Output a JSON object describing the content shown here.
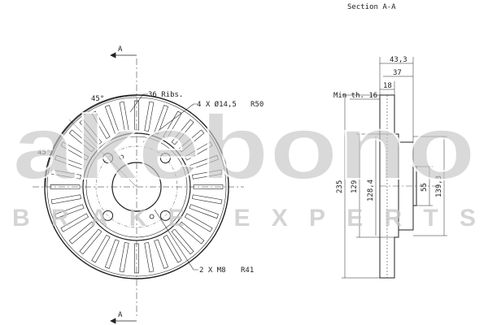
{
  "labels": {
    "section_title": "Section A-A",
    "section_marker_top": "A",
    "section_marker_bottom": "A",
    "ribs": "36 Ribs.",
    "holes": "4 X Ø14,5",
    "holes_radius": "R50",
    "threads": "2 X M8",
    "threads_radius": "R41",
    "angle_top": "45°",
    "angle_left": "45°",
    "min_thickness": "Min th. 16"
  },
  "dimensions": {
    "d_43_3": "43,3",
    "d_37": "37",
    "d_18": "18",
    "d_235": "235",
    "d_129": "129",
    "d_128_4": "128,4",
    "d_55": "55",
    "d_139_3": "139,3"
  },
  "watermark": {
    "brand": "akebono",
    "tagline": "BRAKE EXPERTS"
  },
  "colors": {
    "line": "#222222",
    "watermark": "#c4c4c4"
  }
}
